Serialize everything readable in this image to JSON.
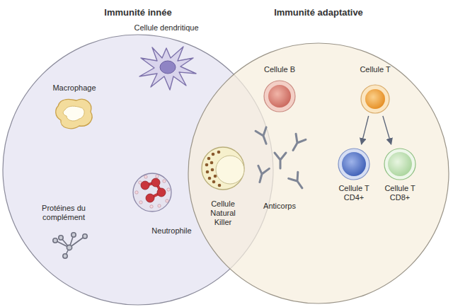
{
  "diagram": {
    "nodes": [
      {
        "text": [
          "Immunité innée"
        ]
      },
      {
        "text": [
          "Immunité adaptative"
        ]
      },
      {
        "text": [
          "Cellule dendritique"
        ],
        "in": 0
      },
      {
        "text": [
          "Macrophage"
        ],
        "in": 0
      },
      {
        "text": [
          "Neutrophile"
        ],
        "in": 0
      },
      {
        "text": [
          "Protéines du complément"
        ],
        "in": 0
      },
      {
        "text": [
          "Cellule Natural Killer"
        ]
      },
      {
        "text": [
          "Cellule B"
        ],
        "in": 1
      },
      {
        "text": [
          "Cellule T"
        ],
        "in": 1
      },
      {
        "text": [
          "Cellule T CD4+"
        ],
        "in": 1
      },
      {
        "text": [
          "Cellule T CD8+"
        ],
        "in": 1
      }
    ],
    "edges": [
      {
        "from": 8,
        "to": 9,
        "arrow": "to"
      },
      {
        "from": 8,
        "to": 10,
        "arrow": "to"
      }
    ],
    "labels": [
      "Anticorps"
    ]
  }
}
